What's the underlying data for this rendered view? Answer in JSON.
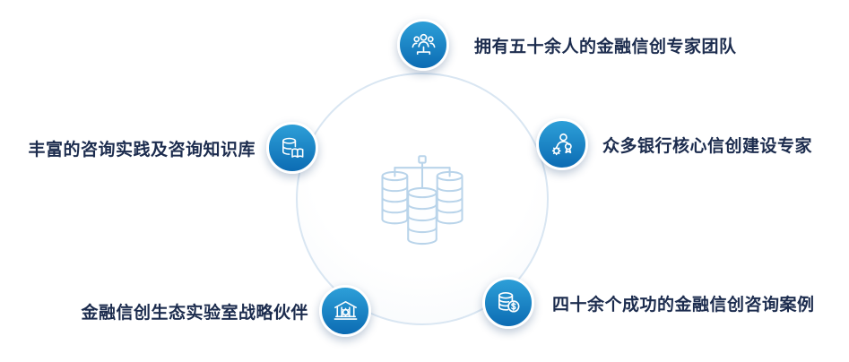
{
  "diagram": {
    "center": {
      "icon": "database-cluster-icon"
    },
    "items": [
      {
        "id": "team",
        "icon": "team-icon",
        "label": "拥有五十余人的金融信创专家团队"
      },
      {
        "id": "bank-experts",
        "icon": "expert-badge-gear-icon",
        "label": "众多银行核心信创建设专家"
      },
      {
        "id": "cases",
        "icon": "coins-dollar-icon",
        "label": "四十余个成功的金融信创咨询案例"
      },
      {
        "id": "lab-partner",
        "icon": "bank-gear-icon",
        "label": "金融信创生态实验室战略伙伴"
      },
      {
        "id": "knowledge",
        "icon": "database-book-icon",
        "label": "丰富的咨询实践及咨询知识库"
      }
    ],
    "colors": {
      "bubble_top": "#2d9fd8",
      "bubble_bottom": "#0c6cb3",
      "label_text": "#1c2c4e",
      "circle_border": "#d9e6f2",
      "center_icon": "#b9d4ea"
    }
  }
}
